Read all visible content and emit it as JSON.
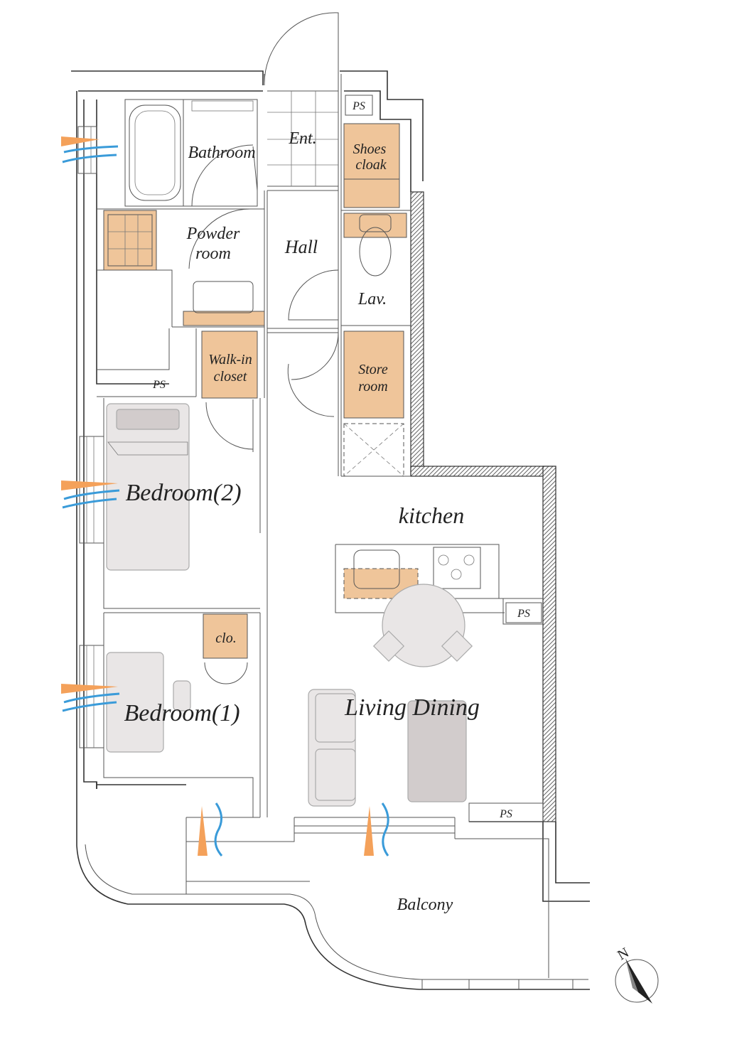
{
  "plan": {
    "rooms": {
      "bathroom": "Bathroom",
      "entrance": "Ent.",
      "shoes_line1": "Shoes",
      "shoes_line2": "cloak",
      "ps_top": "PS",
      "powder_line1": "Powder",
      "powder_line2": "room",
      "hall": "Hall",
      "lavatory": "Lav.",
      "walkin_line1": "Walk-in",
      "walkin_line2": "closet",
      "store_line1": "Store",
      "store_line2": "room",
      "ps_left": "PS",
      "bedroom2": "Bedroom(2)",
      "kitchen": "kitchen",
      "ps_kitchen": "PS",
      "closet": "clo.",
      "bedroom1": "Bedroom(1)",
      "living_dining": "Living Dining",
      "ps_living": "PS",
      "balcony": "Balcony"
    },
    "compass": {
      "label": "N"
    },
    "colors": {
      "storage_fill": "#efc59a",
      "furniture": "#e9e6e6",
      "furniture_dark": "#d2cccc",
      "light_arrow": "#f4a15a",
      "wind_arrow": "#3a9bd9",
      "wall": "#333333"
    }
  }
}
